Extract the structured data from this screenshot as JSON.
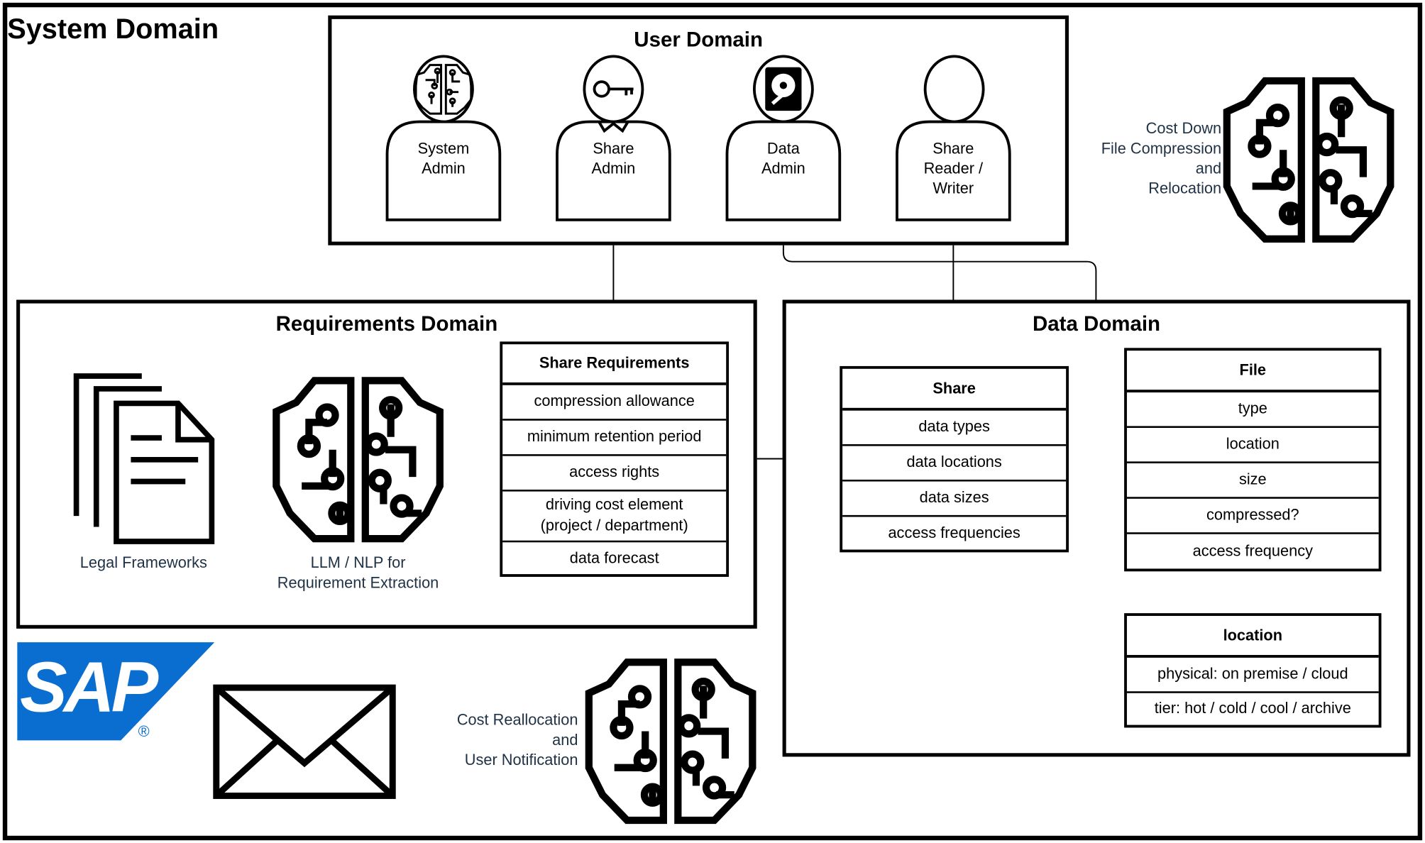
{
  "system_domain": {
    "title": "System Domain"
  },
  "user_domain": {
    "title": "User Domain",
    "personas": [
      {
        "label": "System\nAdmin",
        "icon": "brain-circuit-icon"
      },
      {
        "label": "Share\nAdmin",
        "icon": "key-icon"
      },
      {
        "label": "Data\nAdmin",
        "icon": "hard-drive-icon"
      },
      {
        "label": "Share\nReader /\nWriter",
        "icon": "person-icon"
      }
    ]
  },
  "cost_down": {
    "caption": "Cost Down\nFile Compression\nand\nRelocation",
    "icon": "brain-circuit-icon"
  },
  "requirements_domain": {
    "title": "Requirements Domain",
    "legal_caption": "Legal Frameworks",
    "llm_caption": "LLM / NLP for\nRequirement Extraction",
    "share_requirements": {
      "title": "Share Requirements",
      "rows": [
        "compression allowance",
        "minimum retention period",
        "access rights",
        "driving cost element\n(project / department)",
        "data forecast"
      ]
    }
  },
  "data_domain": {
    "title": "Data Domain",
    "share": {
      "title": "Share",
      "rows": [
        "data types",
        "data locations",
        "data sizes",
        "access frequencies"
      ]
    },
    "file": {
      "title": "File",
      "rows": [
        "type",
        "location",
        "size",
        "compressed?",
        "access frequency"
      ]
    },
    "location": {
      "title": "location",
      "rows": [
        "physical: on premise / cloud",
        "tier: hot / cold / cool / archive"
      ]
    }
  },
  "cost_reallocation": {
    "caption": "Cost Reallocation\nand\nUser Notification",
    "icon": "brain-circuit-icon"
  },
  "sap_logo": {
    "text": "SAP",
    "mark": "®",
    "color": "#0a6ed1"
  },
  "icons": {
    "mail": "envelope-icon",
    "documents": "documents-icon"
  }
}
